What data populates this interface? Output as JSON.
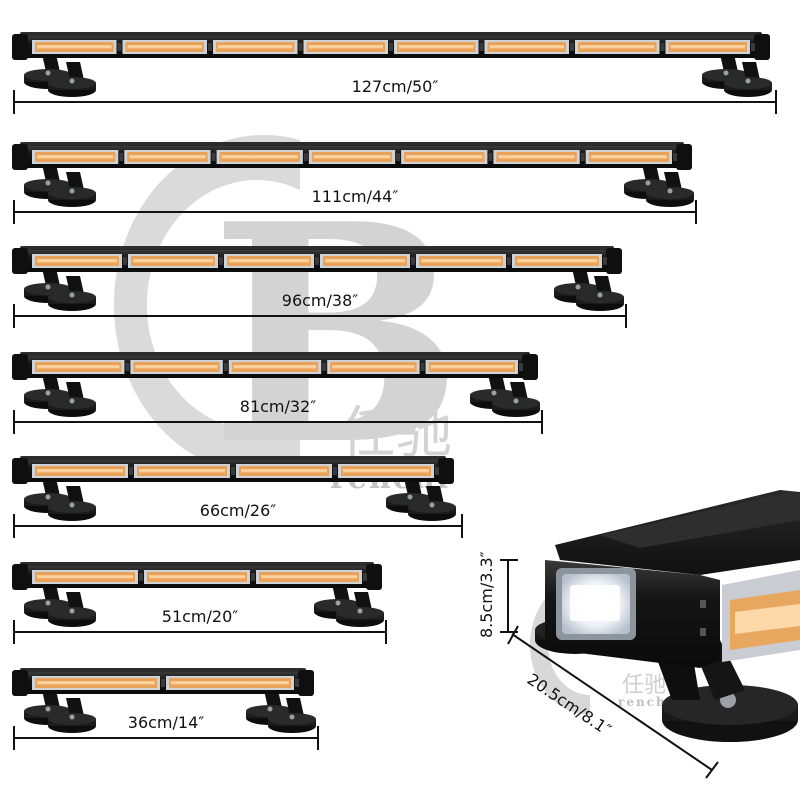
{
  "watermark": {
    "logo_letter": "B",
    "brand_cn": "任驰",
    "brand_en": "renchi"
  },
  "colors": {
    "housing": "#1c1c1c",
    "led_amber": "#f5b06a",
    "led_core": "#fbd9a8",
    "dimension_line": "#111111",
    "watermark": "#cfcfcf"
  },
  "products": [
    {
      "size_label": "127cm/50″",
      "led_modules": 8
    },
    {
      "size_label": "111cm/44″",
      "led_modules": 7
    },
    {
      "size_label": "96cm/38″",
      "led_modules": 6
    },
    {
      "size_label": "81cm/32″",
      "led_modules": 5
    },
    {
      "size_label": "66cm/26″",
      "led_modules": 4
    },
    {
      "size_label": "51cm/20″",
      "led_modules": 3
    },
    {
      "size_label": "36cm/14″",
      "led_modules": 2
    }
  ],
  "detail_view": {
    "height_label": "8.5cm/3.3″",
    "depth_label": "20.5cm/8.1″"
  }
}
